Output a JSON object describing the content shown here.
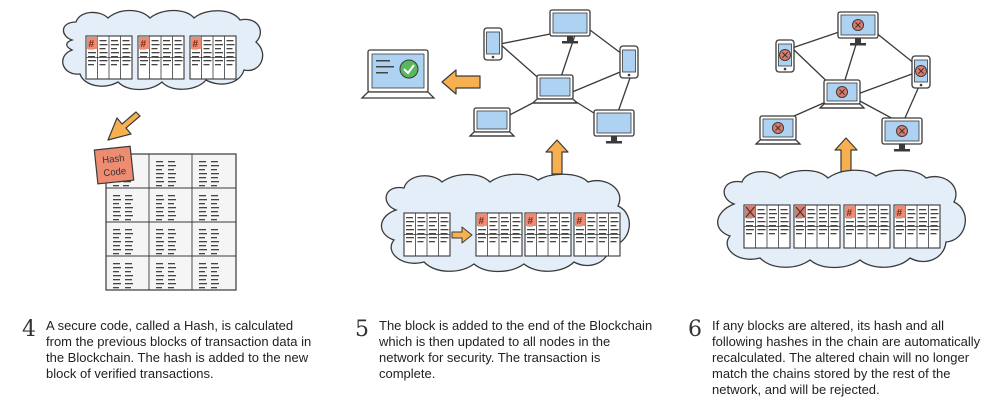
{
  "steps": [
    {
      "number": "4",
      "text": "A secure code, called a Hash, is calculated from the previous blocks of transaction data in the Blockchain. The hash is added to the new block of verified transactions.",
      "hash_label_line1": "Hash",
      "hash_label_line2": "Code"
    },
    {
      "number": "5",
      "text": "The block is added to the end of the Blockchain which is then updated to all nodes in the network for security. The transaction is complete."
    },
    {
      "number": "6",
      "text": "If any blocks are altered, its hash and all following hashes in the chain are automatically recalculated. The altered chain will no longer match the chains stored by the rest of the network, and will be rejected."
    }
  ],
  "hash_symbol": "#",
  "colors": {
    "cloud_fill": "#e3eef9",
    "screen_blue": "#aed3f2",
    "arrow_orange": "#f6b04f",
    "hash_red": "#ee8c72",
    "cell_red": "#e07b6b",
    "check_green": "#58b85d",
    "outline": "#3a3a3a"
  }
}
